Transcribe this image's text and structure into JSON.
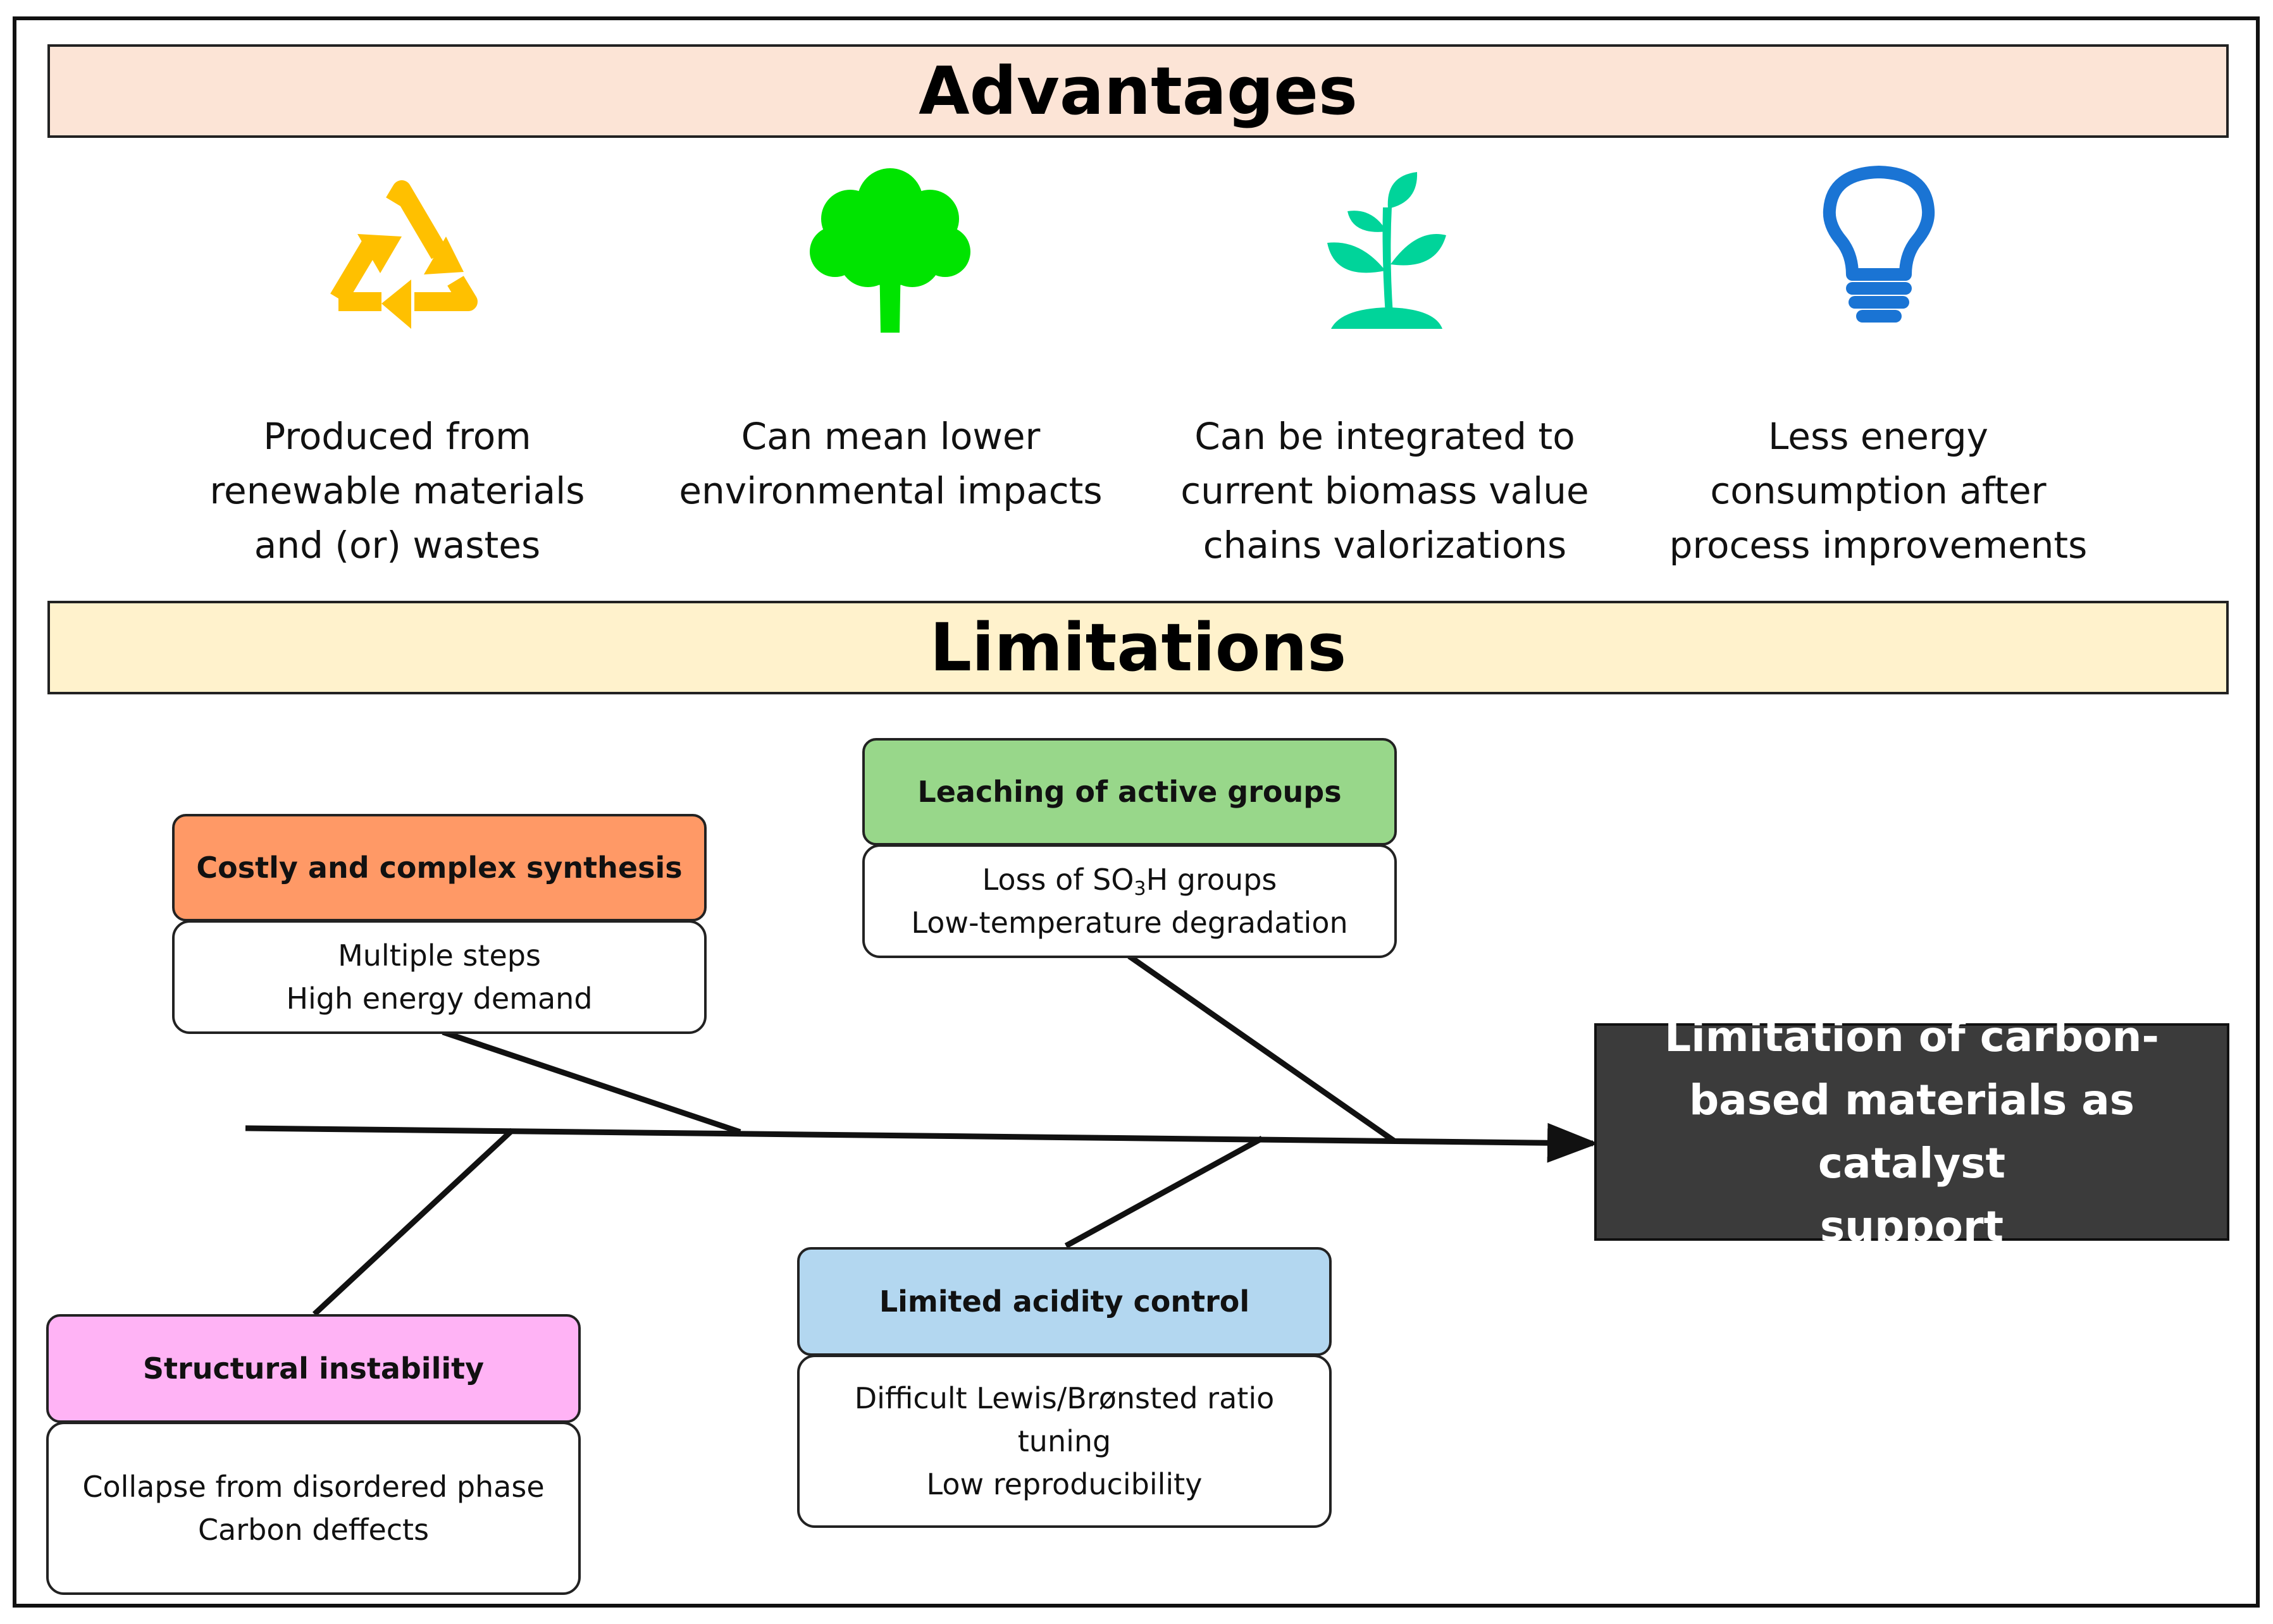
{
  "colors": {
    "advantages_banner": "#fce4d6",
    "limitations_banner": "#fff2cc",
    "recycle_icon": "#ffc000",
    "tree_icon": "#00e400",
    "sprout_icon": "#00d49a",
    "bulb_icon": "#1a74d4",
    "synthesis_head": "#ff9966",
    "leaching_head": "#98d78a",
    "acidity_head": "#b3d7f0",
    "structural_head": "#ffb3f5",
    "effect_box": "#3b3b3b"
  },
  "advantages": {
    "title": "Advantages",
    "items": [
      {
        "icon": "recycle-icon",
        "lines": [
          "Produced from",
          "renewable materials",
          "and (or) wastes"
        ]
      },
      {
        "icon": "tree-icon",
        "lines": [
          "Can mean lower",
          "environmental impacts"
        ]
      },
      {
        "icon": "sprout-icon",
        "lines": [
          "Can be integrated to",
          "current biomass value",
          "chains valorizations"
        ]
      },
      {
        "icon": "lightbulb-icon",
        "lines": [
          "Less energy",
          "consumption after",
          "process improvements"
        ]
      }
    ]
  },
  "limitations": {
    "title": "Limitations",
    "effect": {
      "lines": [
        "Limitation of carbon-",
        "based materials as catalyst",
        "support"
      ]
    },
    "causes": {
      "synthesis": {
        "title": "Costly and complex synthesis",
        "lines": [
          "Multiple steps",
          "High energy demand"
        ]
      },
      "leaching": {
        "title": "Leaching of active groups",
        "line1_pre": "Loss of SO",
        "line1_sub": "3",
        "line1_post": "H groups",
        "line2": "Low-temperature degradation"
      },
      "acidity": {
        "title": "Limited acidity control",
        "lines": [
          "Difficult Lewis/Brønsted ratio",
          "tuning",
          "Low reproducibility"
        ]
      },
      "structural": {
        "title": "Structural instability",
        "lines": [
          "Collapse from disordered phase",
          "Carbon deffects"
        ]
      }
    }
  }
}
